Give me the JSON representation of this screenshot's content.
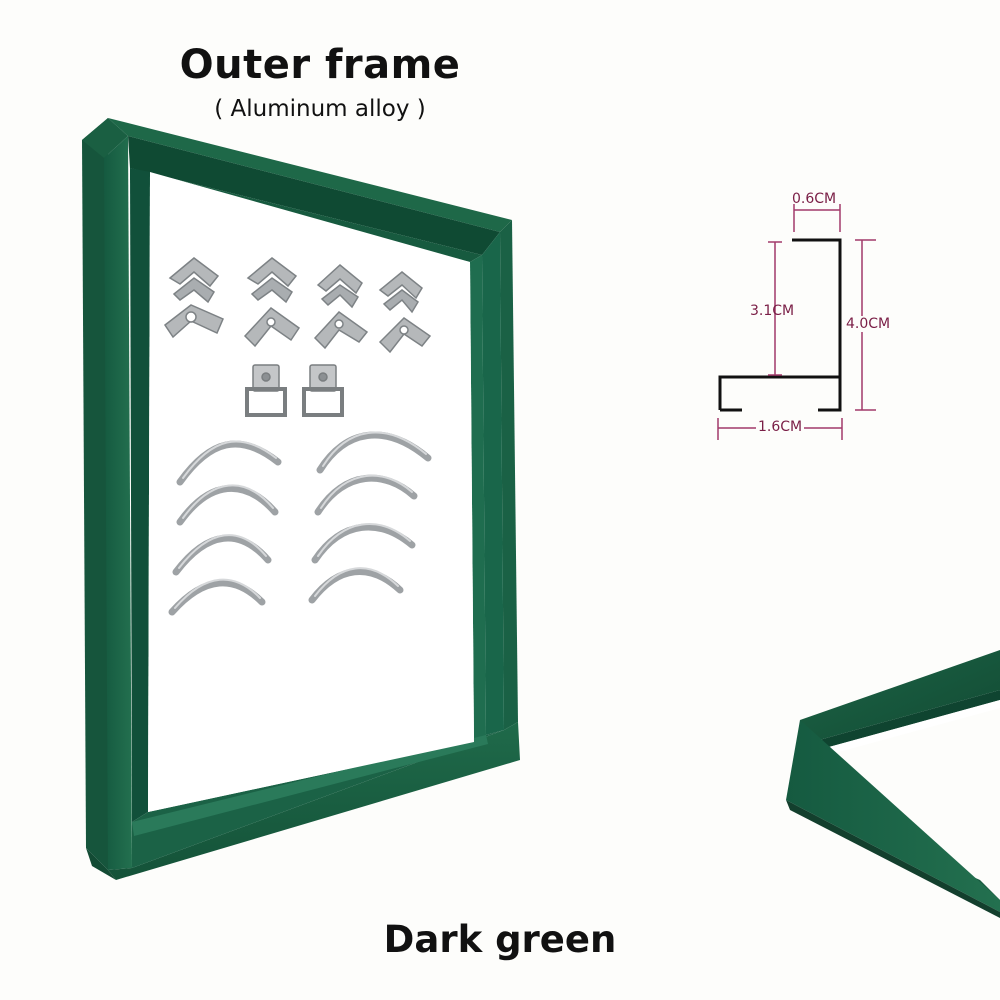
{
  "header": {
    "title": "Outer frame",
    "subtitle": "( Aluminum alloy )"
  },
  "profile": {
    "lip_width": "0.6CM",
    "inner_height": "3.1CM",
    "total_height": "4.0CM",
    "base_width": "1.6CM"
  },
  "footer": {
    "color_name": "Dark green"
  },
  "colors": {
    "frame": "#1b5e45",
    "dimension": "#a23a6b",
    "profile_line": "#111111"
  },
  "icons": {
    "corner_brackets": "corner-bracket-icon",
    "hanger_clips": "hanger-clip-icon",
    "spring_clips": "spring-clip-icon"
  }
}
